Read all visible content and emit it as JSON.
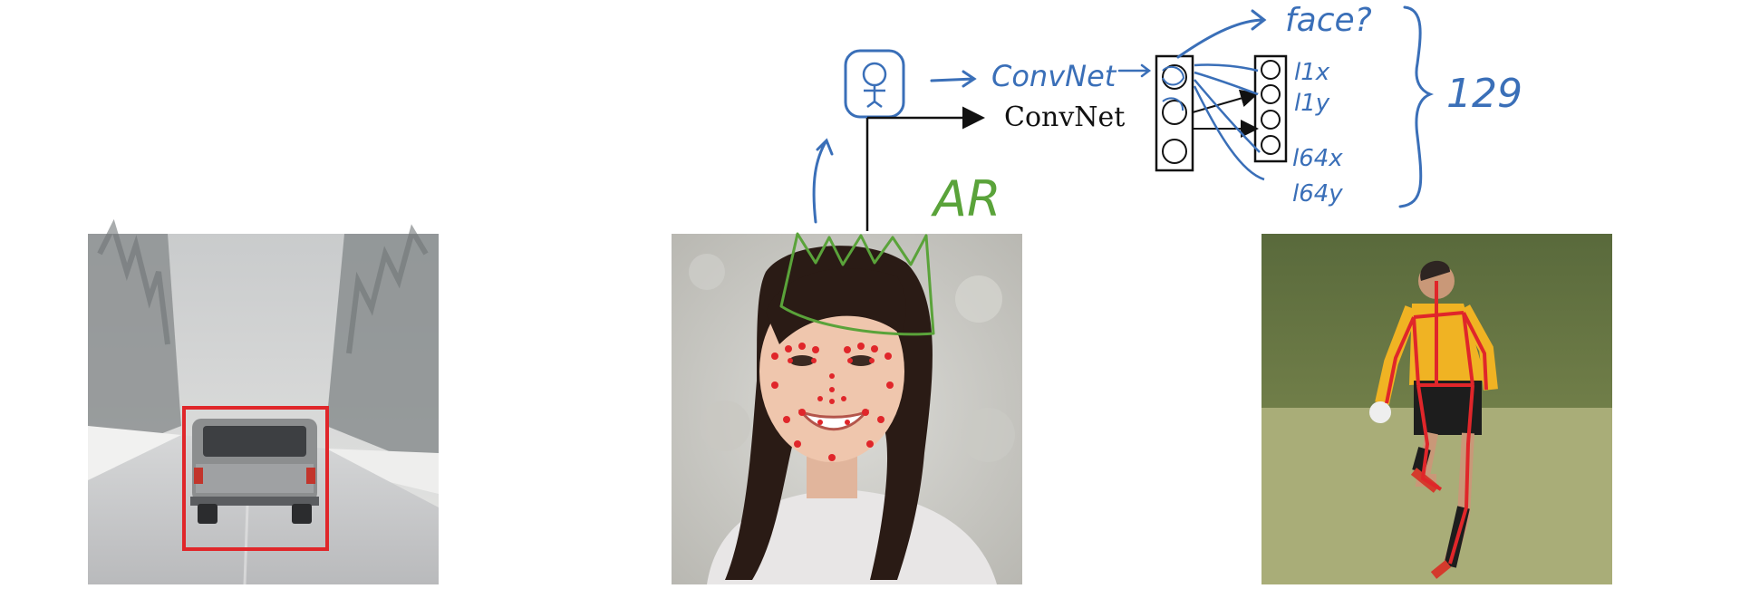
{
  "diagram": {
    "printed_label": "ConvNet",
    "handwritten": {
      "network_label": "ConvNet",
      "face_question": "face?",
      "outputs": [
        "l1x",
        "l1y",
        "l64x",
        "l64y"
      ],
      "total": "129",
      "ar_note": "AR"
    }
  },
  "images": [
    {
      "subject": "car-on-snowy-road",
      "annotation": "bounding-box"
    },
    {
      "subject": "smiling-woman-face",
      "annotation": "facial-landmarks"
    },
    {
      "subject": "soccer-player-kicking",
      "annotation": "pose-skeleton"
    }
  ],
  "colors": {
    "ink_blue": "#3a6fb8",
    "ink_green": "#5aa33a",
    "marker_red": "#e0262a",
    "printed_black": "#111111"
  }
}
